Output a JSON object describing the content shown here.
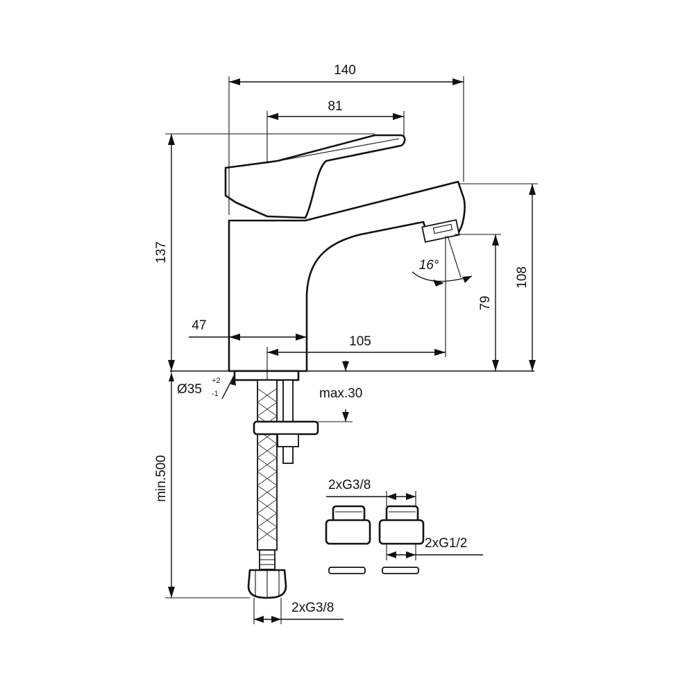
{
  "drawing": {
    "dimensions": {
      "overall_width": "140",
      "lever_length": "81",
      "total_height": "137",
      "spout_height": "108",
      "aerator_height": "79",
      "body_width": "47",
      "spout_reach": "105",
      "hole_diameter": "Ø35",
      "hole_tolerance_upper": "+2",
      "hole_tolerance_lower": "-1",
      "max_deck_thickness": "max.30",
      "min_hose_length": "min.500",
      "spray_angle": "16°",
      "hose_thread": "2xG3/8",
      "adapter_in_thread": "2xG3/8",
      "adapter_out_thread": "2xG1/2"
    }
  }
}
